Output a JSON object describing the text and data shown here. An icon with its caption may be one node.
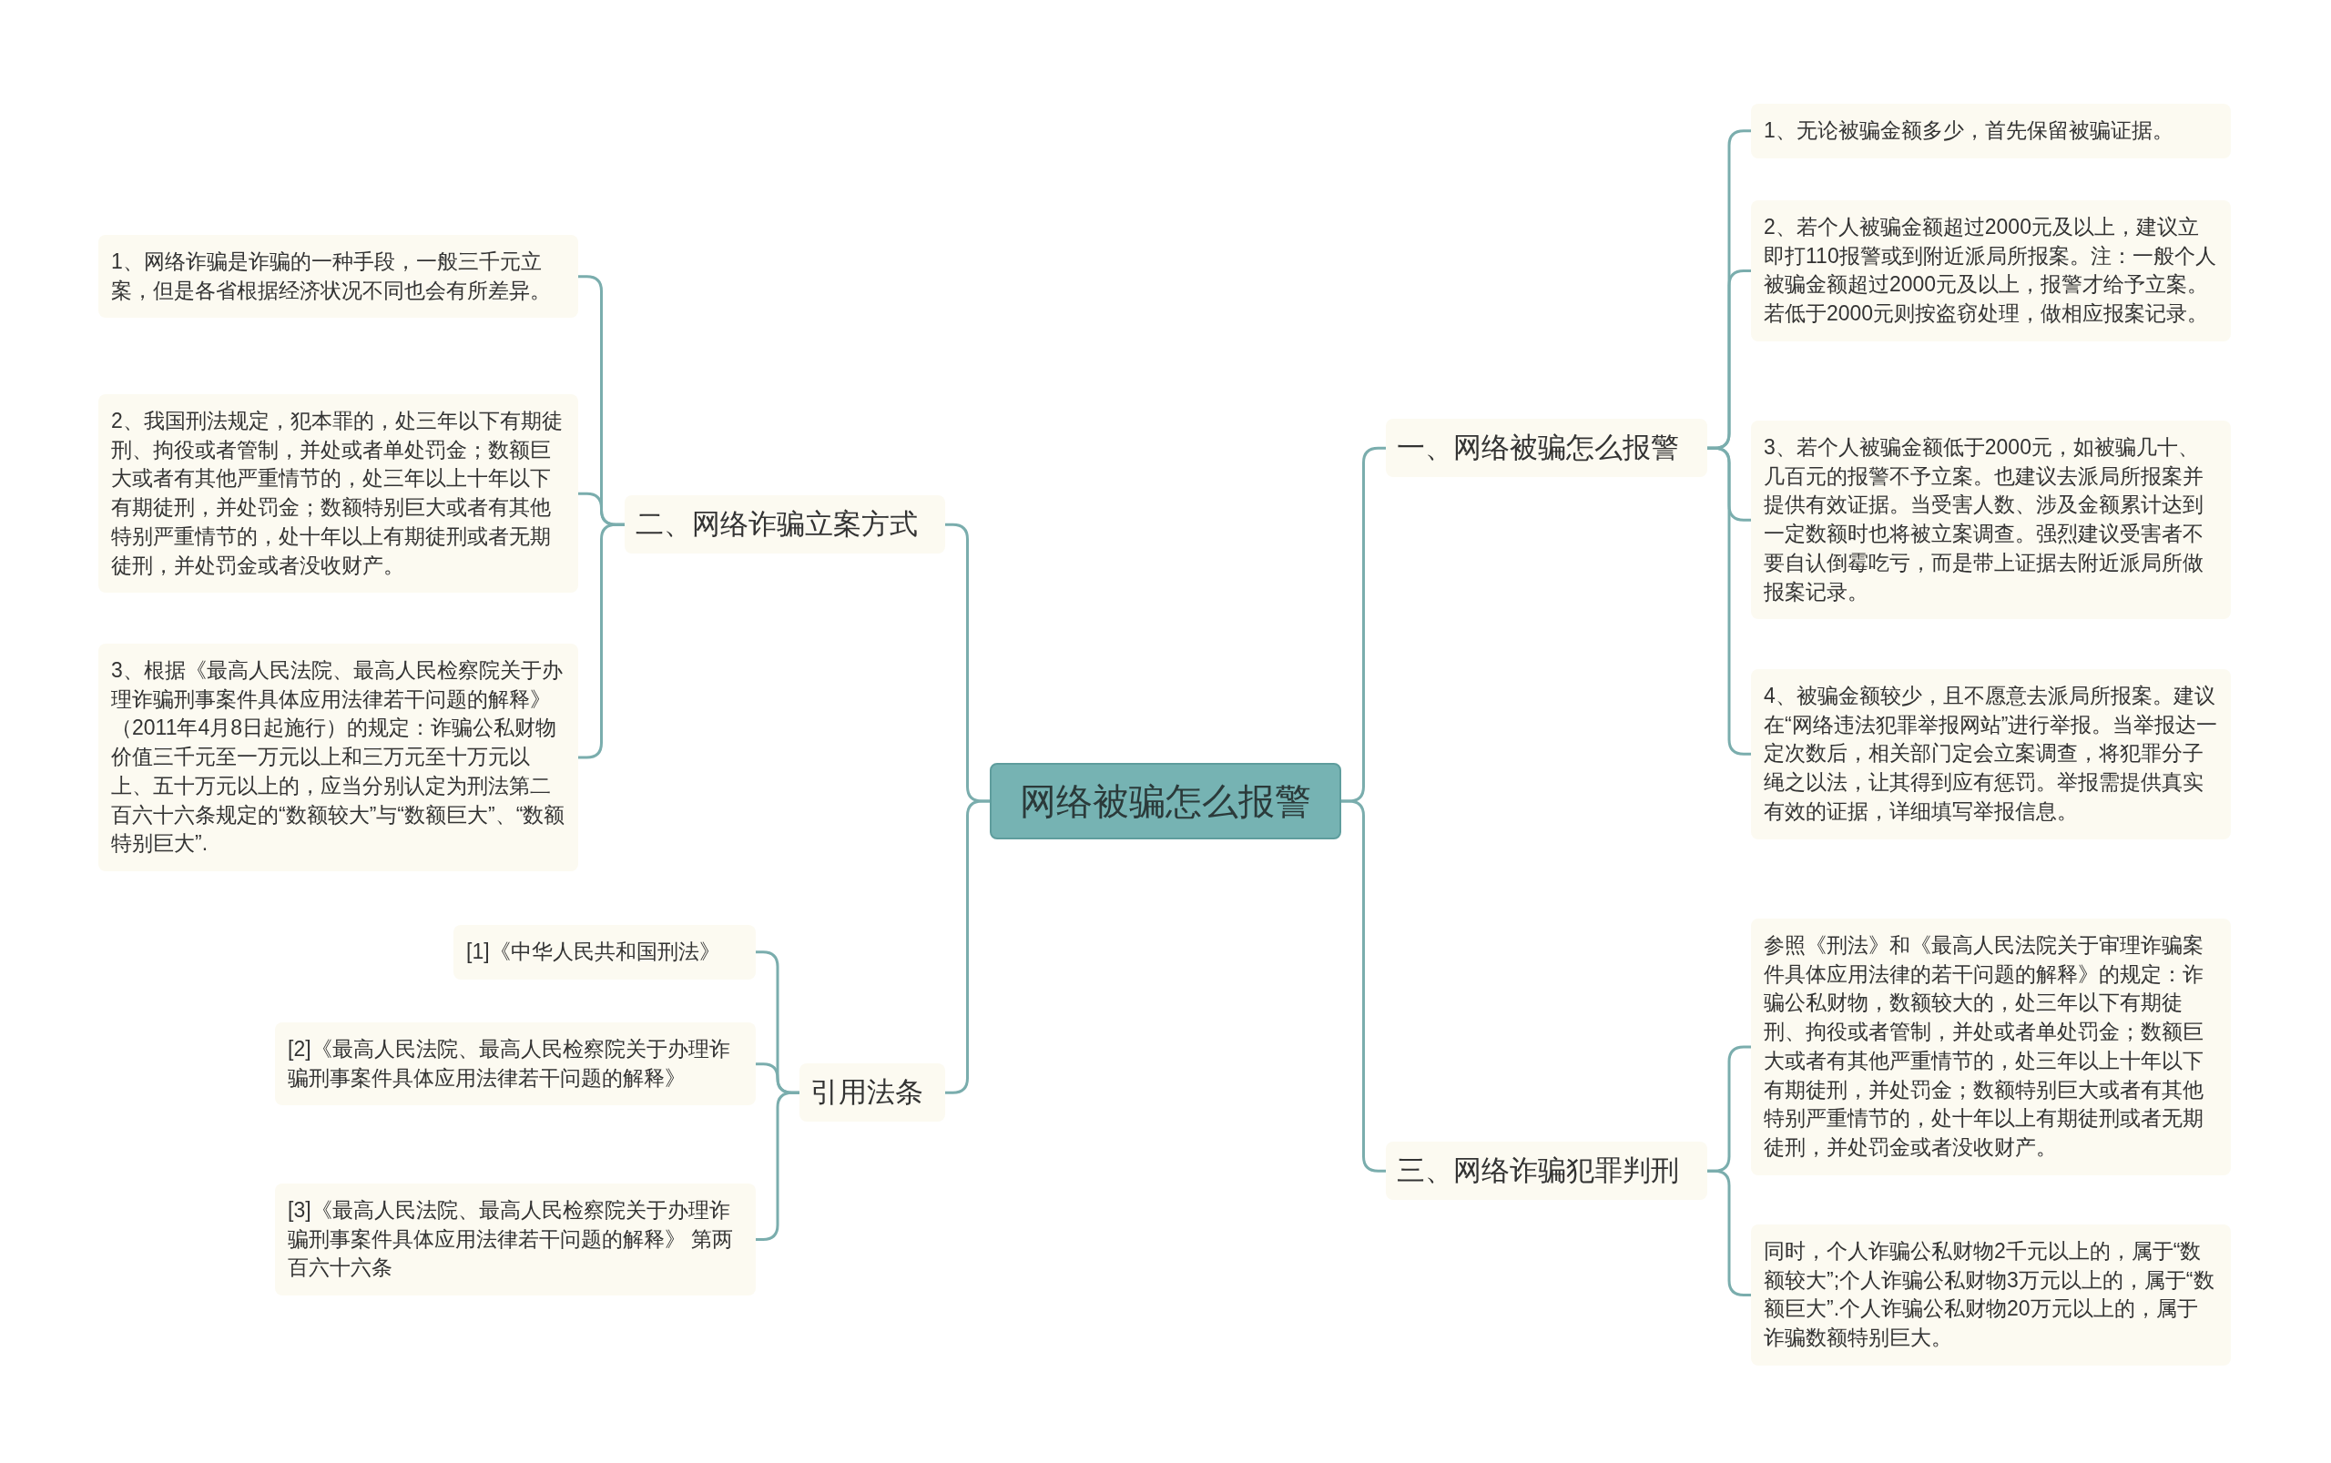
{
  "diagram": {
    "nodes": [
      {
        "text": [
          "网络被骗怎么报警"
        ]
      },
      {
        "text": [
          "一、网络被骗怎么报警"
        ]
      },
      {
        "text": [
          "1、无论被骗金额多少，首先保留被骗证据。"
        ]
      },
      {
        "text": [
          "2、若个人被骗金额超过2000元及以上，建议立即打110报警或到附近派局所报案。注：一般个人被骗金额超过2000元及以上，报警才给予立案。若低于2000元则按盗窃处理，做相应报案记录。"
        ]
      },
      {
        "text": [
          "3、若个人被骗金额低于2000元，如被骗几十、几百元的报警不予立案。也建议去派局所报案并提供有效证据。当受害人数、涉及金额累计达到一定数额时也将被立案调查。强烈建议受害者不要自认倒霉吃亏，而是带上证据去附近派局所做报案记录。"
        ]
      },
      {
        "text": [
          "4、被骗金额较少，且不愿意去派局所报案。建议在“网络违法犯罪举报网站”进行举报。当举报达一定次数后，相关部门定会立案调查，将犯罪分子绳之以法，让其得到应有惩罚。举报需提供真实有效的证据，详细填写举报信息。"
        ]
      },
      {
        "text": [
          "三、网络诈骗犯罪判刑"
        ]
      },
      {
        "text": [
          "参照《刑法》和《最高人民法院关于审理诈骗案件具体应用法律的若干问题的解释》的规定：诈骗公私财物，数额较大的，处三年以下有期徒刑、拘役或者管制，并处或者单处罚金；数额巨大或者有其他严重情节的，处三年以上十年以下有期徒刑，并处罚金；数额特别巨大或者有其他特别严重情节的，处十年以上有期徒刑或者无期徒刑，并处罚金或者没收财产。"
        ]
      },
      {
        "text": [
          "同时，个人诈骗公私财物2千元以上的，属于“数额较大”;个人诈骗公私财物3万元以上的，属于“数额巨大”.个人诈骗公私财物20万元以上的，属于诈骗数额特别巨大。"
        ]
      },
      {
        "text": [
          "二、网络诈骗立案方式"
        ]
      },
      {
        "text": [
          "1、网络诈骗是诈骗的一种手段，一般三千元立案，但是各省根据经济状况不同也会有所差异。"
        ]
      },
      {
        "text": [
          "2、我国刑法规定，犯本罪的，处三年以下有期徒刑、拘役或者管制，并处或者单处罚金；数额巨大或者有其他严重情节的，处三年以上十年以下有期徒刑，并处罚金；数额特别巨大或者有其他特别严重情节的，处十年以上有期徒刑或者无期徒刑，并处罚金或者没收财产。"
        ]
      },
      {
        "text": [
          "3、根据《最高人民法院、最高人民检察院关于办理诈骗刑事案件具体应用法律若干问题的解释》（2011年4月8日起施行）的规定：诈骗公私财物价值三千元至一万元以上和三万元至十万元以上、五十万元以上的，应当分别认定为刑法第二百六十六条规定的“数额较大”与“数额巨大”、“数额特别巨大”."
        ]
      },
      {
        "text": [
          "引用法条"
        ]
      },
      {
        "text": [
          "[1]《中华人民共和国刑法》"
        ]
      },
      {
        "text": [
          "[2]《最高人民法院、最高人民检察院关于办理诈骗刑事案件具体应用法律若干问题的解释》"
        ]
      },
      {
        "text": [
          "[3]《最高人民法院、最高人民检察院关于办理诈骗刑事案件具体应用法律若干问题的解释》 第两百六十六条"
        ]
      }
    ],
    "edges": [
      {
        "from": 0,
        "to": 1,
        "arrow": "none"
      },
      {
        "from": 1,
        "to": 2,
        "arrow": "none"
      },
      {
        "from": 1,
        "to": 3,
        "arrow": "none"
      },
      {
        "from": 1,
        "to": 4,
        "arrow": "none"
      },
      {
        "from": 1,
        "to": 5,
        "arrow": "none"
      },
      {
        "from": 0,
        "to": 6,
        "arrow": "none"
      },
      {
        "from": 6,
        "to": 7,
        "arrow": "none"
      },
      {
        "from": 6,
        "to": 8,
        "arrow": "none"
      },
      {
        "from": 0,
        "to": 9,
        "arrow": "none"
      },
      {
        "from": 9,
        "to": 10,
        "arrow": "none"
      },
      {
        "from": 9,
        "to": 11,
        "arrow": "none"
      },
      {
        "from": 9,
        "to": 12,
        "arrow": "none"
      },
      {
        "from": 0,
        "to": 13,
        "arrow": "none"
      },
      {
        "from": 13,
        "to": 14,
        "arrow": "none"
      },
      {
        "from": 13,
        "to": 15,
        "arrow": "none"
      },
      {
        "from": 13,
        "to": 16,
        "arrow": "none"
      }
    ]
  }
}
